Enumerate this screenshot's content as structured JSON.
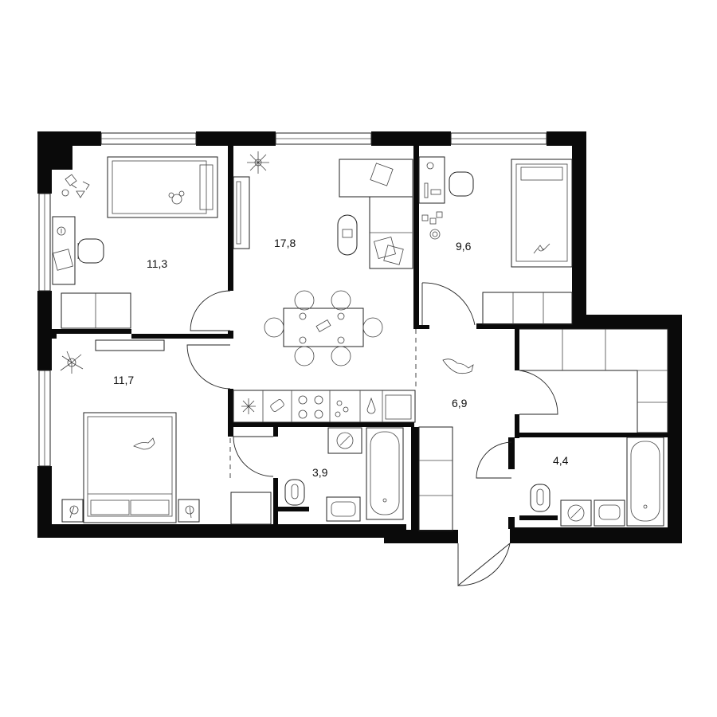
{
  "rooms": [
    {
      "id": "bedroom-north-west",
      "area": "11,3"
    },
    {
      "id": "living-kitchen",
      "area": "17,8"
    },
    {
      "id": "bedroom-north-east",
      "area": "9,6"
    },
    {
      "id": "bedroom-south-west",
      "area": "11,7"
    },
    {
      "id": "hallway",
      "area": "6,9"
    },
    {
      "id": "bathroom-small",
      "area": "3,9"
    },
    {
      "id": "bathroom-large",
      "area": "4,4"
    }
  ],
  "icons": [
    "toys-icon",
    "bed-icon",
    "desk-icon",
    "chair-icon",
    "sofa-icon",
    "dining-table-icon",
    "plant-icon",
    "cat-icon",
    "stove-icon",
    "sink-icon",
    "bathtub-icon",
    "toilet-icon",
    "washing-machine-icon",
    "wardrobe-icon",
    "lamp-icon",
    "door-icon"
  ],
  "colors": {
    "wall": "#0a0a0a",
    "line": "#222222",
    "background": "#ffffff"
  }
}
